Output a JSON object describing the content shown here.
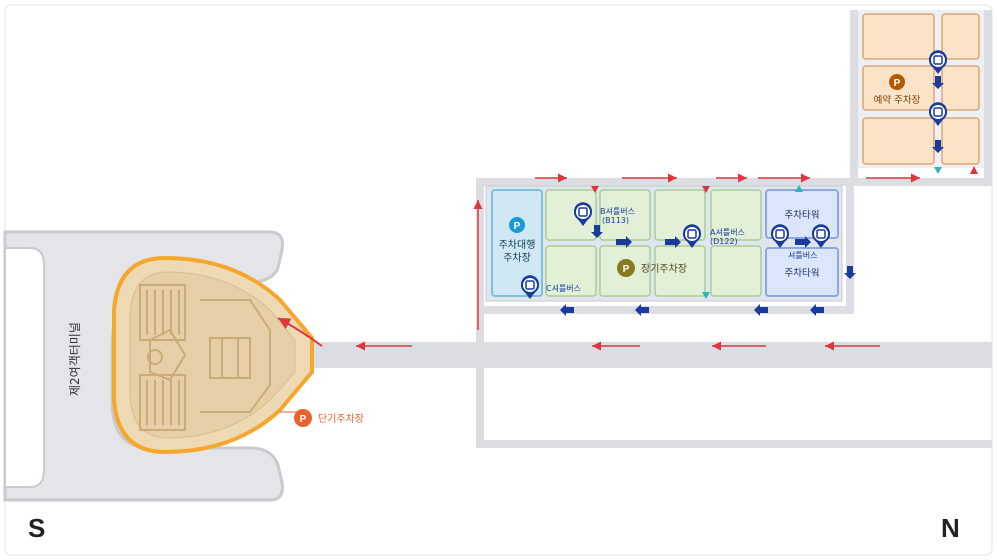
{
  "compass": {
    "south": "S",
    "north": "N"
  },
  "terminal": {
    "name": "제2여객터미널"
  },
  "short_term": {
    "icon": "P",
    "label": "단기주차장",
    "color": "#e8622c"
  },
  "reservation": {
    "icon": "P",
    "label": "예약 주차장",
    "color": "#b35a00"
  },
  "valet": {
    "icon": "P",
    "label_line1": "주차대행",
    "label_line2": "주차장",
    "color": "#1a9ad6"
  },
  "long_term": {
    "icon": "P",
    "label": "장기주차장",
    "color": "#8a7a1e"
  },
  "tower": {
    "top_label": "주차타워",
    "bottom_label": "주차타워"
  },
  "shuttles": {
    "b": {
      "line1": "B셔틀버스",
      "line2": "(B113)"
    },
    "a": {
      "line1": "A셔틀버스",
      "line2": "(D122)"
    },
    "c": {
      "label": "C셔틀버스"
    },
    "tower": {
      "label": "셔틀버스"
    }
  },
  "colors": {
    "road": "#dcdde2",
    "road_edge": "#c9cace",
    "flow_arrow": "#e0343f",
    "shuttle_arrow": "#1a3a9c",
    "entry_marker": "#2bb5b5"
  }
}
